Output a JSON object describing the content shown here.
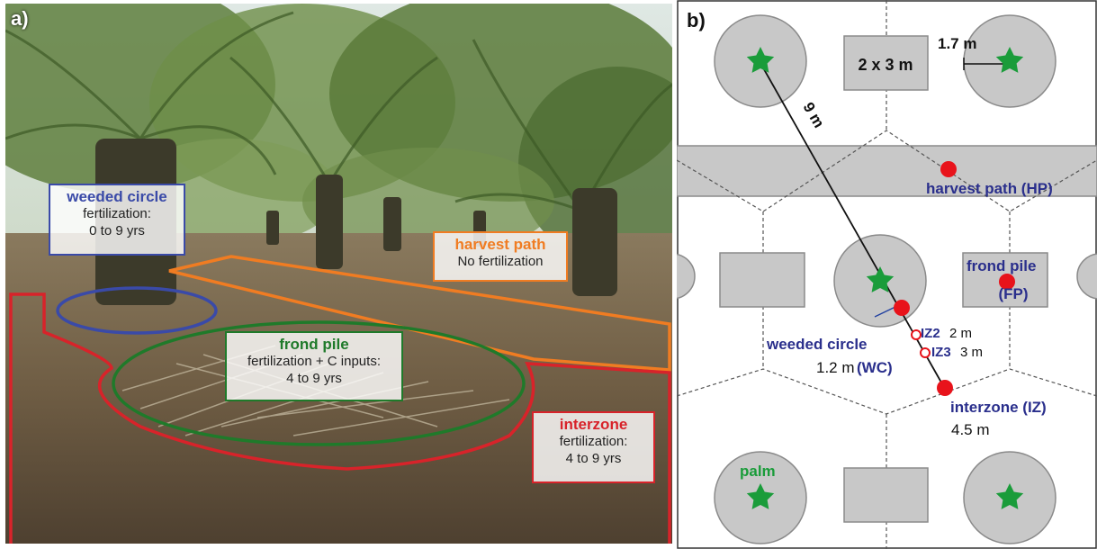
{
  "colors": {
    "weeded": "#3a4aa8",
    "harvest": "#f07c22",
    "frond": "#1f7a2a",
    "interzone": "#d8232a",
    "label_navy": "#2a2f8c",
    "palm_star": "#1a9c3a",
    "gray_fill": "#c8c8c8",
    "gray_stroke": "#8a8a8a",
    "sample_dot": "#e8131b"
  },
  "panel_a": {
    "letter": "a)",
    "photo_description": "oil palm plantation",
    "weeded_circle": {
      "title": "weeded circle",
      "line1": "fertilization:",
      "line2": "0 to 9 yrs"
    },
    "harvest_path": {
      "title": "harvest path",
      "line1": "No fertilization"
    },
    "frond_pile": {
      "title": "frond pile",
      "line1": "fertilization + C inputs:",
      "line2": "4 to 9 yrs"
    },
    "interzone": {
      "title": "interzone",
      "line1": "fertilization:",
      "line2": "4 to 9 yrs"
    }
  },
  "panel_b": {
    "letter": "b)",
    "plot_size": "2 x 3 m",
    "radius": "1.7 m",
    "spacing": "9 m",
    "harvest_path": "harvest path (HP)",
    "frond_pile_1": "frond pile",
    "frond_pile_2": "(FP)",
    "iz2": "IZ2",
    "iz2_dist": "2 m",
    "iz3": "IZ3",
    "iz3_dist": "3 m",
    "weeded_circle": "weeded circle",
    "wc_dist": "1.2 m",
    "wc_abbr": "(WC)",
    "interzone": "interzone (IZ)",
    "iz_dist": "4.5 m",
    "palm": "palm"
  }
}
